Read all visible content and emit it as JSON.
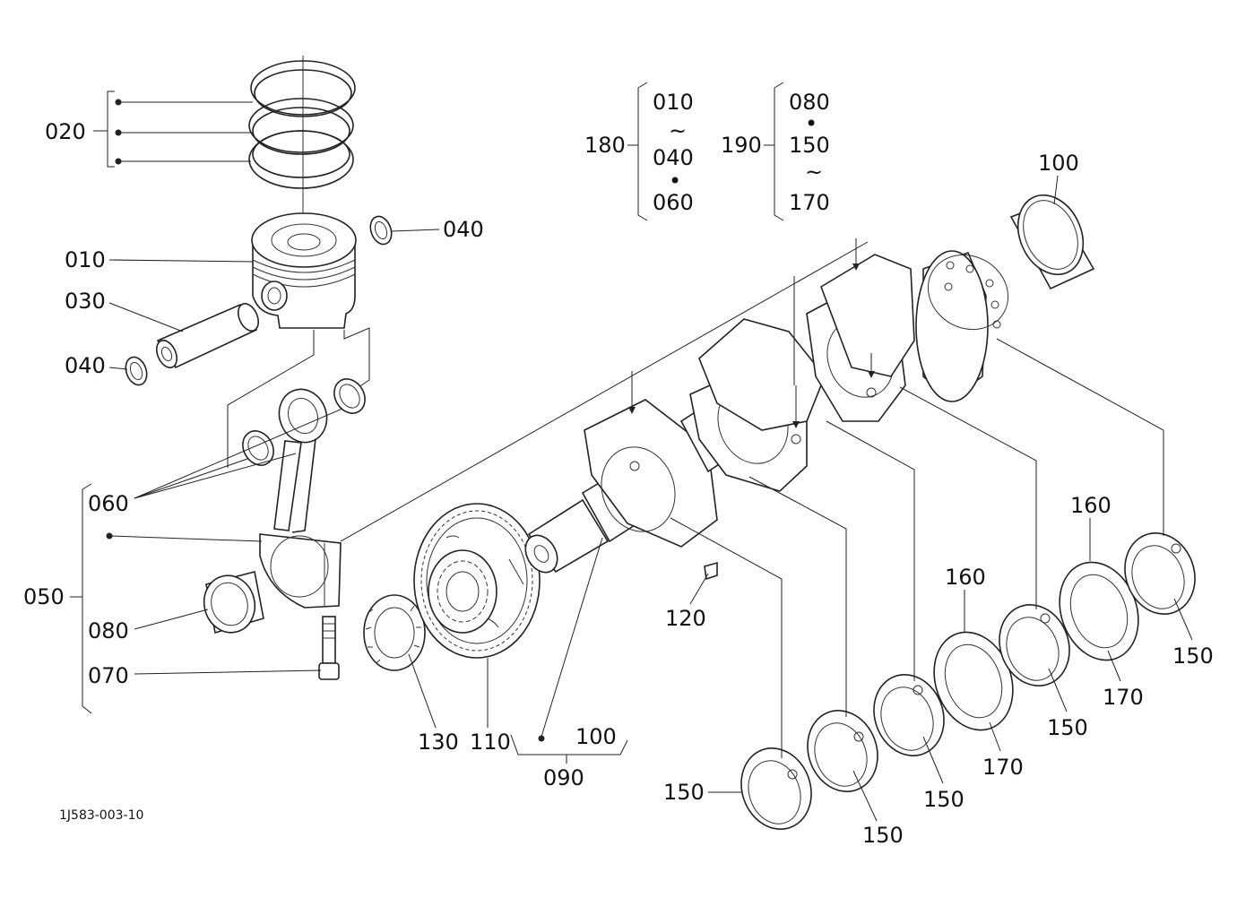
{
  "labels": {
    "p020": "020",
    "p040a": "040",
    "p010": "010",
    "p030": "030",
    "p040b": "040",
    "p060": "060",
    "p050": "050",
    "p080": "080",
    "p070": "070",
    "p130": "130",
    "p110": "110",
    "p100a": "100",
    "p090": "090",
    "p120": "120",
    "p150_1": "150",
    "p150_2": "150",
    "p150_3": "150",
    "p150_4": "150",
    "p150_5": "150",
    "p160_1": "160",
    "p160_2": "160",
    "p170_1": "170",
    "p170_2": "170",
    "p100b": "100"
  },
  "kit180": {
    "number": "180",
    "line1": "010",
    "sep1": "~",
    "line2": "040",
    "sep2": "•",
    "line3": "060"
  },
  "kit190": {
    "number": "190",
    "line1": "080",
    "sep1": "•",
    "line2": "150",
    "sep2": "~",
    "line3": "170"
  },
  "drawing_id": "1J583-003-10"
}
